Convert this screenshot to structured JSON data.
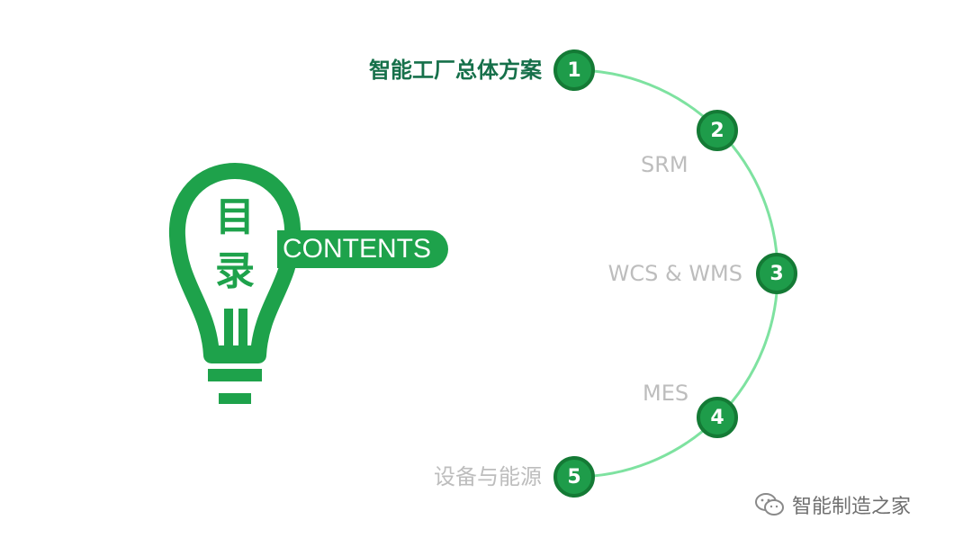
{
  "heading": {
    "title_char_1": "目",
    "title_char_2": "录",
    "subtitle": "CONTENTS"
  },
  "colors": {
    "accent": "#1ea24b",
    "badge_border": "#147a35",
    "arc": "#7ee2a0",
    "active_text": "#16704a",
    "inactive_text": "#bdbdbd"
  },
  "toc": {
    "items": [
      {
        "number": "1",
        "label": "智能工厂总体方案",
        "active": true
      },
      {
        "number": "2",
        "label": "SRM",
        "active": false
      },
      {
        "number": "3",
        "label": "WCS & WMS",
        "active": false
      },
      {
        "number": "4",
        "label": "MES",
        "active": false
      },
      {
        "number": "5",
        "label": "设备与能源",
        "active": false
      }
    ]
  },
  "watermark": {
    "icon": "wechat-icon",
    "text": "智能制造之家"
  }
}
